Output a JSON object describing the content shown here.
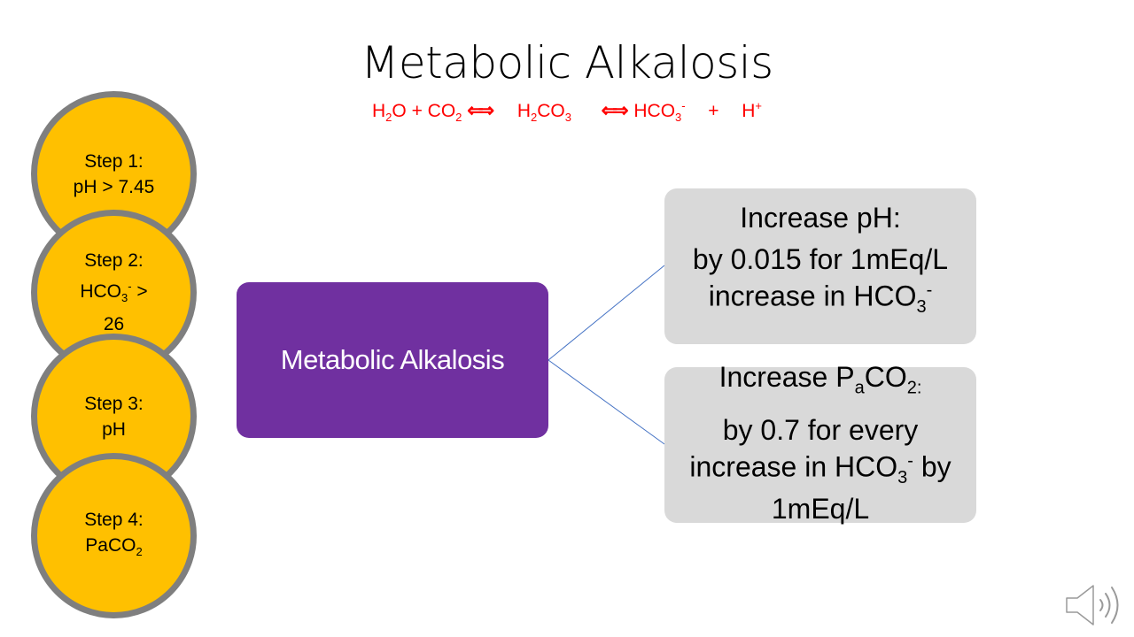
{
  "slide": {
    "title": "Metabolic Alkalosis",
    "equation": {
      "h2o_h": "H",
      "h2o_sub": "2",
      "h2o_o": "O",
      "plus1": "+",
      "co2_co": "CO",
      "co2_sub": "2",
      "arrow1": "⇐⇒",
      "h2co3_h": "H",
      "h2co3_sub1": "2",
      "h2co3_co": "CO",
      "h2co3_sub2": "3",
      "arrow2": "⇐⇒",
      "hco3_hco": "HCO",
      "hco3_sub": "3",
      "hco3_sup": "-",
      "plus2": "+",
      "h_plus_h": "H",
      "h_plus_sup": "+"
    },
    "steps": [
      {
        "line1": "Step 1:",
        "line2": "pH > 7.45"
      },
      {
        "line1": "Step 2:",
        "line2_main": "HCO",
        "line2_sub": "3",
        "line2_sup": "-",
        "line2_tail": " >",
        "line3": "26"
      },
      {
        "line1": "Step 3:",
        "line2": "pH"
      },
      {
        "line1": "Step 4:",
        "line2_main": "PaCO",
        "line2_sub": "2"
      }
    ],
    "center_box": {
      "label": "Metabolic Alkalosis"
    },
    "result_top": {
      "heading": "Increase pH:",
      "body_1": "by 0.015 for 1mEq/L",
      "body_2": "increase in HCO",
      "body_2_sub": "3",
      "body_2_sup": "-"
    },
    "result_bottom": {
      "heading_main": "Increase P",
      "heading_sub_a": "a",
      "heading_co": "CO",
      "heading_sub_2": "2:",
      "body_1": "by 0.7 for  every",
      "body_2_main": "increase in HCO",
      "body_2_sub": "3",
      "body_2_sup": "-",
      "body_2_tail": " by",
      "body_3": "1mEq/L"
    },
    "speaker_icon": "speaker-icon",
    "colors": {
      "equation": "#ff0000",
      "step_fill": "#ffc000",
      "step_border": "#7f7f7f",
      "center_fill": "#7030a0",
      "result_fill": "#d9d9d9",
      "connector": "#4472c4"
    }
  }
}
